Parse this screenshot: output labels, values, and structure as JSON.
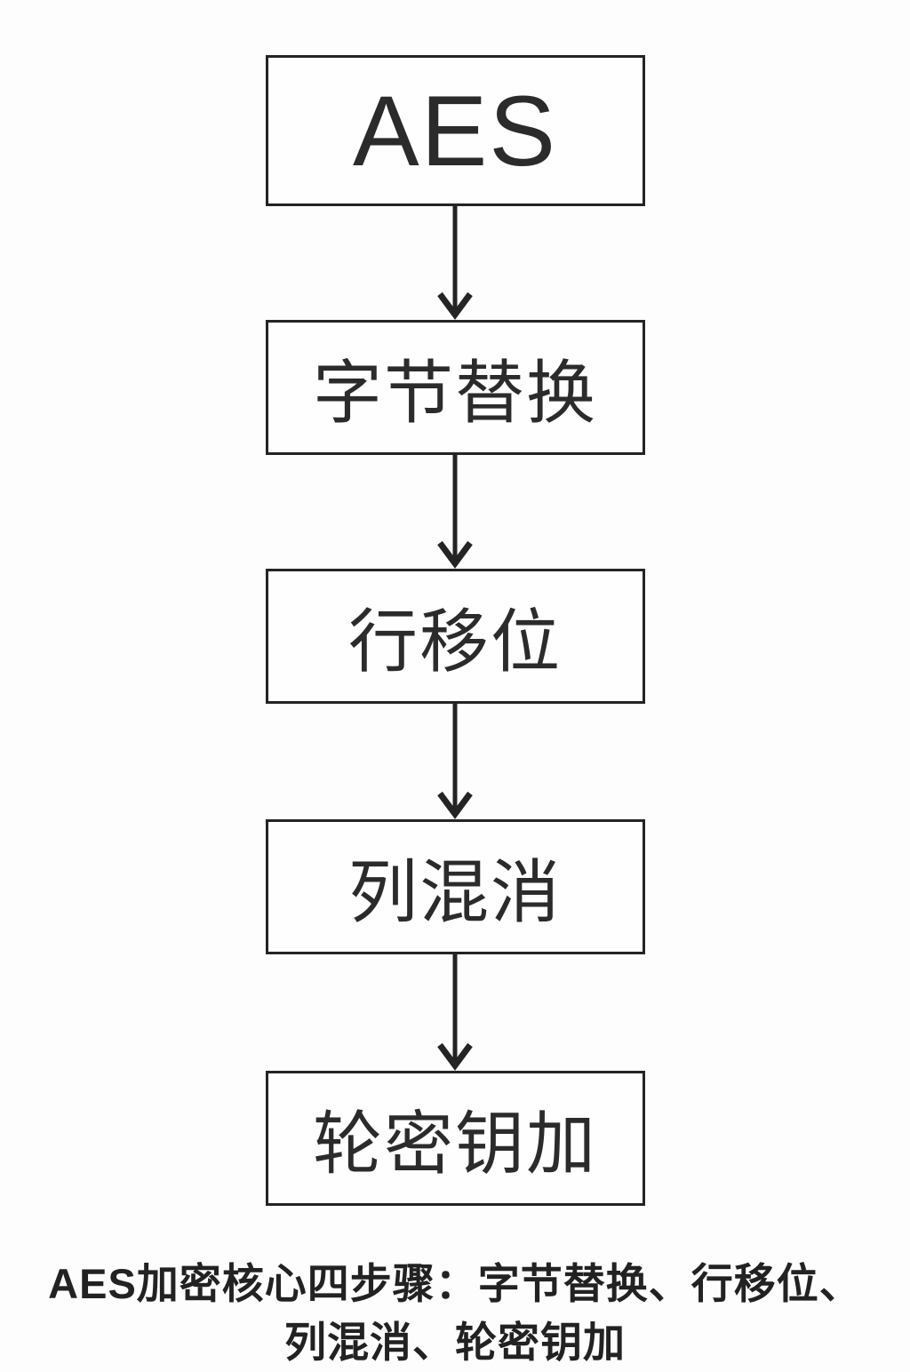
{
  "colors": {
    "line": "#242424",
    "box_text": "#2b2b2b",
    "caption_text": "#222222",
    "background": "#fdfdfd"
  },
  "diagram": {
    "type": "flowchart",
    "direction": "top-down",
    "nodes": [
      {
        "id": "aes",
        "label": "AES"
      },
      {
        "id": "byte-substitution",
        "label": "字节替换"
      },
      {
        "id": "row-shift",
        "label": "行移位"
      },
      {
        "id": "column-mix",
        "label": "列混消"
      },
      {
        "id": "round-key-add",
        "label": "轮密钥加"
      }
    ],
    "edges": [
      {
        "from": "aes",
        "to": "byte-substitution"
      },
      {
        "from": "byte-substitution",
        "to": "row-shift"
      },
      {
        "from": "row-shift",
        "to": "column-mix"
      },
      {
        "from": "column-mix",
        "to": "round-key-add"
      }
    ]
  },
  "caption": {
    "line1": "AES加密核心四步骤：字节替换、行移位、",
    "line2": "列混消、轮密钥加",
    "full": "AES加密核心四步骤：字节替换、行移位、列混消、轮密钥加"
  }
}
